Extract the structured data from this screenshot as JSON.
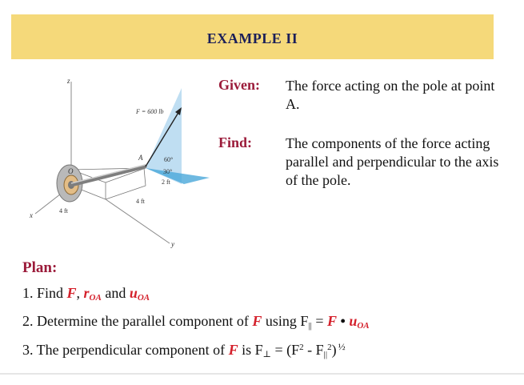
{
  "banner": {
    "title": "EXAMPLE II"
  },
  "figure": {
    "force_label": "F = 600 lb",
    "angle_top": "60°",
    "angle_side": "30°",
    "dim_vertical": "2 ft",
    "dim_y": "4 ft",
    "dim_x": "4 ft",
    "point_a": "A",
    "origin": "O",
    "axis_x": "x",
    "axis_y": "y",
    "axis_z": "z"
  },
  "given": {
    "label": "Given:",
    "text": "The force acting on the pole at point A."
  },
  "find": {
    "label": "Find:",
    "text": "The components of the force acting parallel and perpendicular to the axis of the pole."
  },
  "plan": {
    "title": "Plan:",
    "line1": {
      "prefix": "1. Find ",
      "F": "F",
      "comma": ", ",
      "r": "r",
      "r_sub": "OA",
      "and": " and ",
      "u": "u",
      "u_sub": "OA"
    },
    "line2": {
      "prefix": "2. Determine the parallel component of ",
      "F": "F",
      "using": " using F",
      "par": "||",
      "eq": " = ",
      "F2": "F",
      "dot": " • ",
      "u": "u",
      "u_sub": "OA"
    },
    "line3": {
      "prefix": "3. The perpendicular component of ",
      "F": "F",
      "is": " is F",
      "perp": "⊥",
      "eq": " = (F",
      "sq": "2",
      "minus": " - F",
      "par": "||",
      "sq2": "2",
      "close": ")",
      "half": "½"
    }
  }
}
